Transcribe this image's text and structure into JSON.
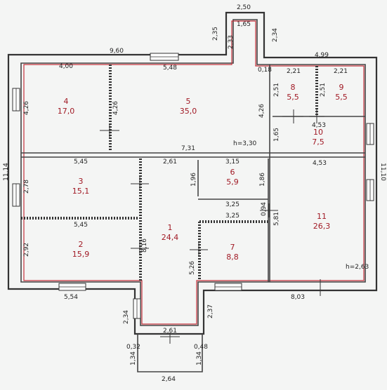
{
  "rooms": [
    {
      "num": "1",
      "area": "24,4"
    },
    {
      "num": "2",
      "area": "15,9"
    },
    {
      "num": "3",
      "area": "15,1"
    },
    {
      "num": "4",
      "area": "17,0"
    },
    {
      "num": "5",
      "area": "35,0"
    },
    {
      "num": "6",
      "area": "5,9"
    },
    {
      "num": "7",
      "area": "8,8"
    },
    {
      "num": "8",
      "area": "5,5"
    },
    {
      "num": "9",
      "area": "5,5"
    },
    {
      "num": "10",
      "area": "7,5"
    },
    {
      "num": "11",
      "area": "26,3"
    }
  ],
  "heights": {
    "main": "h=3,30",
    "right": "h=2,63"
  },
  "dims": {
    "d250": "2,50",
    "d165": "1,65",
    "d235": "2,35",
    "d233": "2,33",
    "d234": "2,34",
    "d960": "9,60",
    "d499": "4,99",
    "d400": "4,00",
    "d548": "5,48",
    "d018": "0,18",
    "d221a": "2,21",
    "d221b": "2,21",
    "d251a": "2,51",
    "d251b": "2,51",
    "d426a": "4,26",
    "d426b": "4,26",
    "d426c": "4,26",
    "d453a": "4,53",
    "d453b": "4,53",
    "d165b": "1,65",
    "d731": "7,31",
    "d1114": "11,14",
    "d1110": "11,10",
    "d545a": "5,45",
    "d545b": "5,45",
    "d261a": "2,61",
    "d315": "3,15",
    "d196": "1,96",
    "d186": "1,86",
    "d278": "2,78",
    "d325a": "3,25",
    "d325b": "3,25",
    "d094": "0,94",
    "d581": "5,81",
    "d292": "2,92",
    "d816": "8,16",
    "d526": "5,26",
    "d554": "5,54",
    "d803": "8,03",
    "d234b": "2,34",
    "d237": "2,37",
    "d261b": "2,61",
    "d032": "0,32",
    "d048": "0,48",
    "d134a": "1,34",
    "d134b": "1,34",
    "d264": "2,64"
  }
}
